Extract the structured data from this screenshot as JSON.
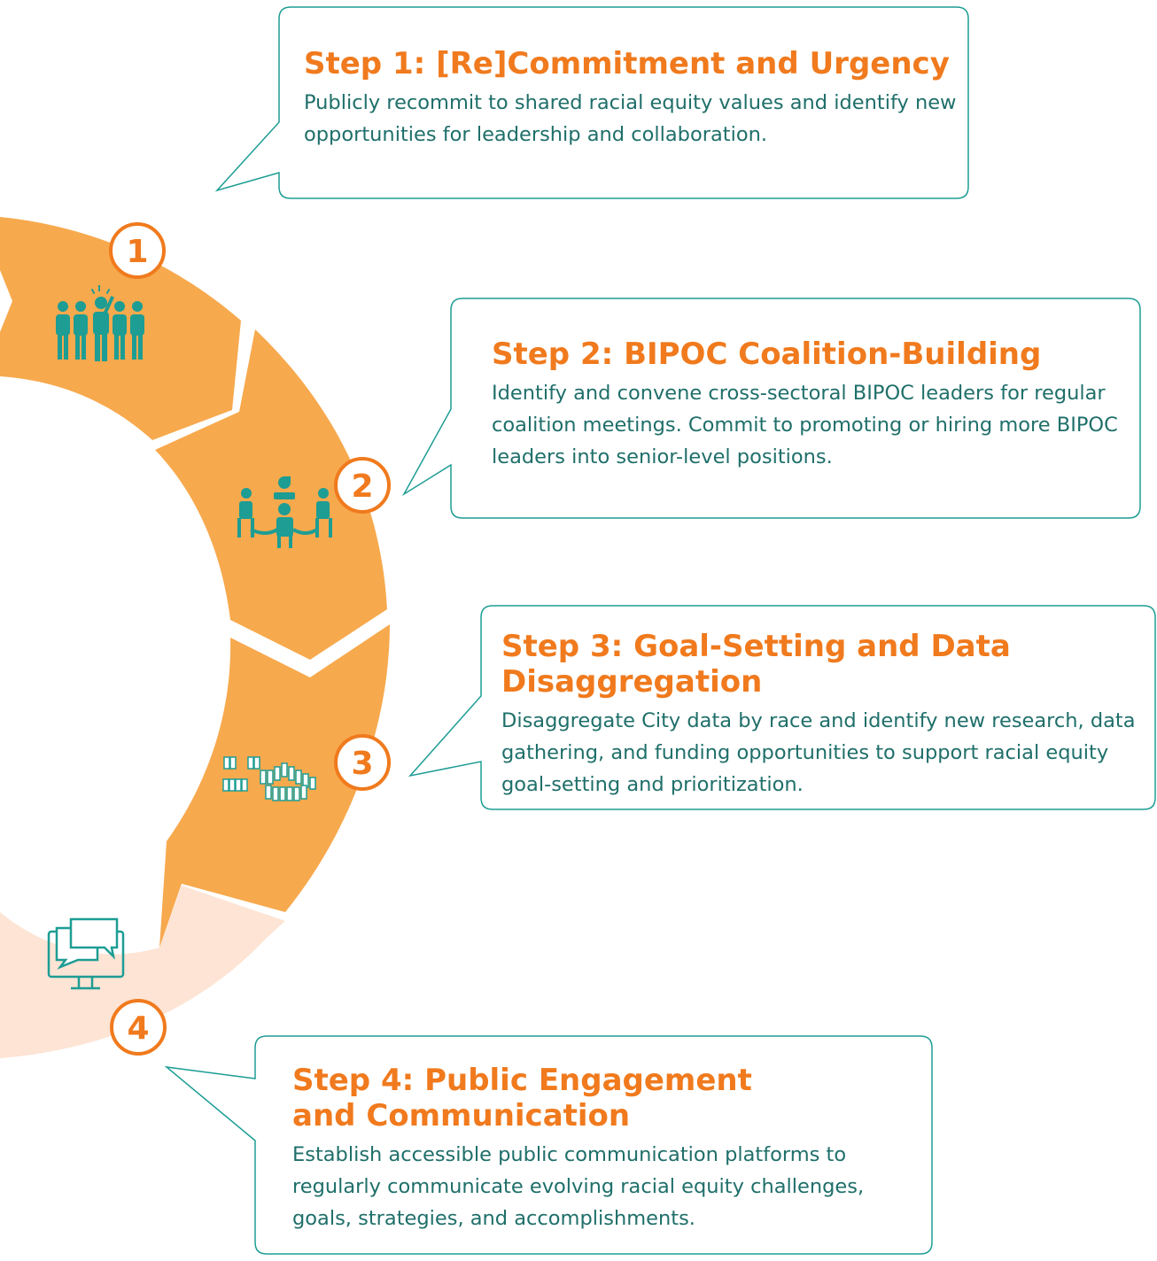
{
  "colors": {
    "primary": "#f07a1d",
    "segment": "#f7a94d",
    "segment_light": "#fde4d4",
    "teal": "#1d9d94",
    "body_text": "#1f6f6a"
  },
  "steps": [
    {
      "number": "1",
      "title": "Step 1: [Re]Commitment and Urgency",
      "description": "Publicly recommit to shared racial equity values and identify new opportunities for leadership and collaboration.",
      "icon": "group-people-icon"
    },
    {
      "number": "2",
      "title": "Step 2: BIPOC Coalition-Building",
      "description": "Identify and convene cross-sectoral BIPOC leaders for regular coalition meetings. Commit to promoting or hiring more BIPOC leaders into senior-level positions.",
      "icon": "meeting-table-icon"
    },
    {
      "number": "3",
      "title": "Step 3: Goal-Setting and Data Disaggregation",
      "description": "Disaggregate City data by race and identify new research, data gathering, and funding opportunities to support racial equity goal-setting and prioritization.",
      "icon": "population-groups-icon"
    },
    {
      "number": "4",
      "title": "Step 4: Public Engagement and Communication",
      "description": "Establish accessible public communication platforms to regularly communicate evolving racial equity challenges, goals, strategies, and accomplishments.",
      "icon": "monitor-chat-icon"
    }
  ]
}
